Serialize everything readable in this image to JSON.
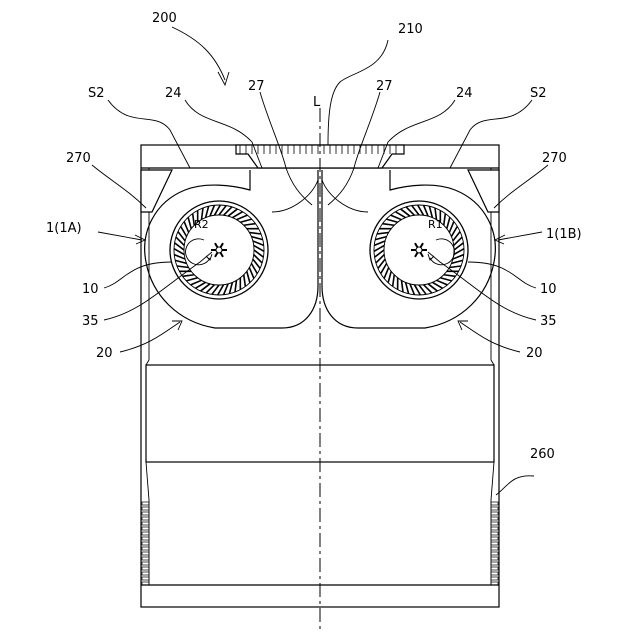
{
  "labels": {
    "assembly": "200",
    "duct": "210",
    "axis": "L",
    "space_left": "S2",
    "space_right": "S2",
    "guide_left": "24",
    "guide_right": "24",
    "rib_left": "27",
    "rib_right": "27",
    "stopper_left": "270",
    "stopper_right": "270",
    "fan_left": "1(1A)",
    "fan_right": "1(1B)",
    "impeller_left": "10",
    "impeller_right": "10",
    "shaft_left": "35",
    "shaft_right": "35",
    "casing_left": "20",
    "casing_right": "20",
    "side_wall": "260",
    "rotation_left": "R2",
    "rotation_right": "R1"
  }
}
